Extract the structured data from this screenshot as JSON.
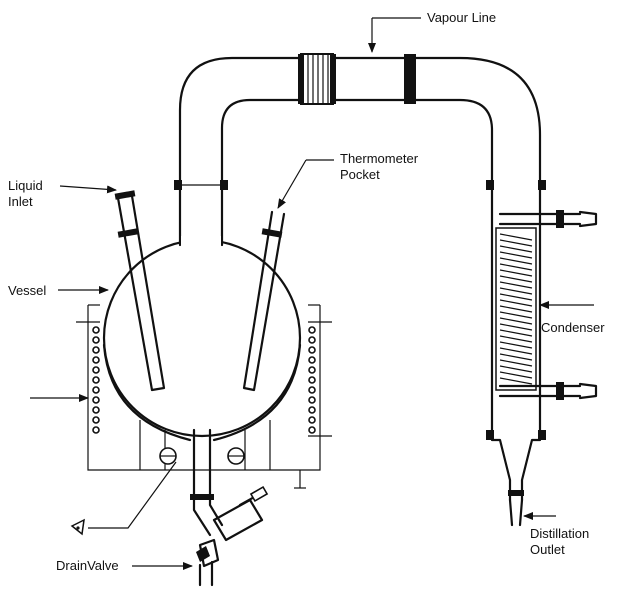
{
  "labels": {
    "vapour_line": "Vapour Line",
    "liquid_inlet_1": "Liquid",
    "liquid_inlet_2": "Inlet",
    "thermometer_1": "Thermometer",
    "thermometer_2": "Pocket",
    "vessel": "Vessel",
    "condenser": "Condenser",
    "distillation_1": "Distillation",
    "distillation_2": "Outlet",
    "drain_valve": "DrainValve"
  },
  "colors": {
    "line": "#111111",
    "background": "#ffffff"
  }
}
